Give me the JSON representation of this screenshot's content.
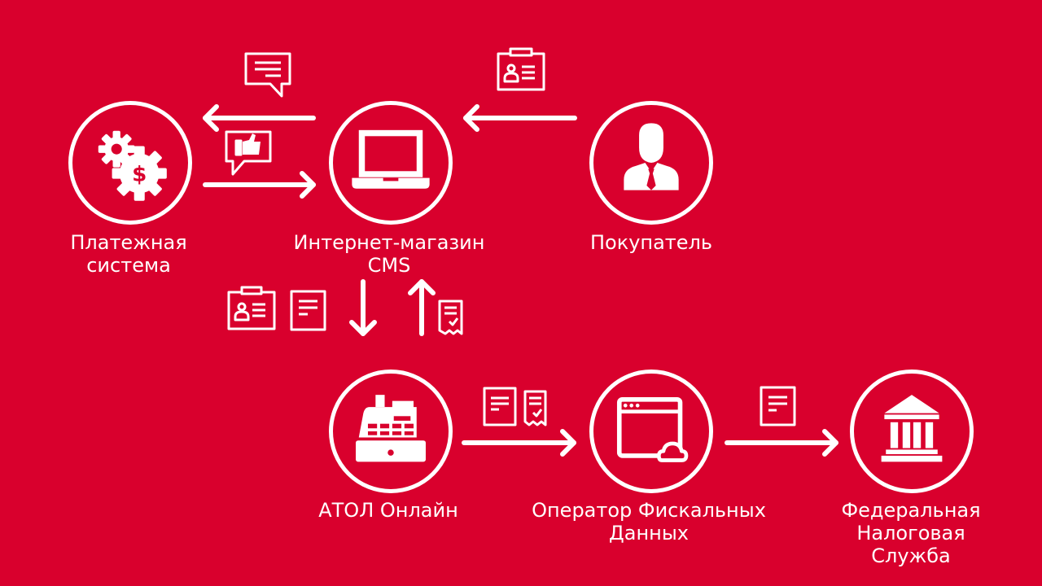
{
  "diagram": {
    "title": "",
    "background_color": "#D9002D",
    "foreground_color": "#FFFFFF",
    "nodes": [
      {
        "id": "payment",
        "label": "Платежная\nсистема",
        "icon": "gears-dollar-icon"
      },
      {
        "id": "shop",
        "label": "Интернет-магазин\nCMS",
        "icon": "laptop-icon"
      },
      {
        "id": "buyer",
        "label": "Покупатель",
        "icon": "businessman-icon"
      },
      {
        "id": "atol",
        "label": "АТОЛ Онлайн",
        "icon": "cash-register-icon"
      },
      {
        "id": "ofd",
        "label": "Оператор Фискальных\nДанных",
        "icon": "browser-cloud-icon"
      },
      {
        "id": "fns",
        "label": "Федеральная\nНалоговая\nСлужба",
        "icon": "government-building-icon"
      }
    ],
    "edges": [
      {
        "from": "buyer",
        "to": "shop",
        "payload_icons": [
          "id-card-icon"
        ]
      },
      {
        "from": "shop",
        "to": "payment",
        "payload_icons": [
          "message-icon"
        ]
      },
      {
        "from": "payment",
        "to": "shop",
        "payload_icons": [
          "thumbs-up-message-icon"
        ]
      },
      {
        "from": "shop",
        "to": "atol",
        "payload_icons": [
          "id-card-icon",
          "document-icon"
        ]
      },
      {
        "from": "atol",
        "to": "shop",
        "payload_icons": [
          "receipt-check-icon"
        ]
      },
      {
        "from": "atol",
        "to": "ofd",
        "payload_icons": [
          "document-icon",
          "receipt-check-icon"
        ]
      },
      {
        "from": "ofd",
        "to": "fns",
        "payload_icons": [
          "document-icon"
        ]
      }
    ]
  }
}
